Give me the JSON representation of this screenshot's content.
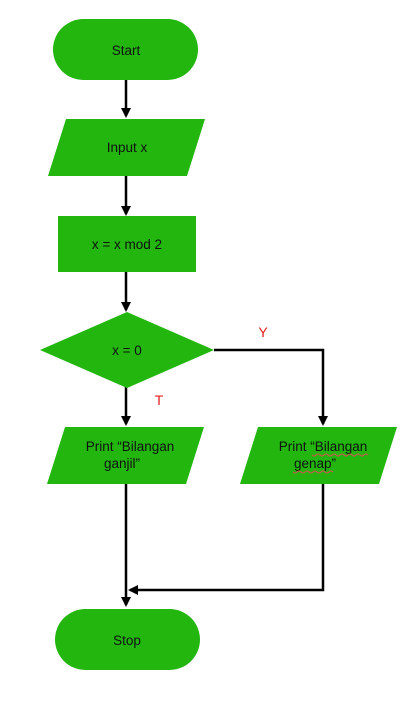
{
  "colors": {
    "node_fill": "#22b60f",
    "edge": "#000000",
    "branch_label": "#e0201f",
    "spellcheck_underline": "#d9534f"
  },
  "nodes": {
    "start": {
      "label": "Start"
    },
    "input": {
      "label": "Input x"
    },
    "process": {
      "label": "x = x mod 2"
    },
    "decision": {
      "label": "x = 0"
    },
    "print_odd": {
      "line1": "Print “Bilangan",
      "line2": "ganjil”"
    },
    "print_even": {
      "line1": "Print “Bilangan",
      "line2": "genap”"
    },
    "stop": {
      "label": "Stop"
    }
  },
  "edge_labels": {
    "yes": "Y",
    "no": "T"
  }
}
